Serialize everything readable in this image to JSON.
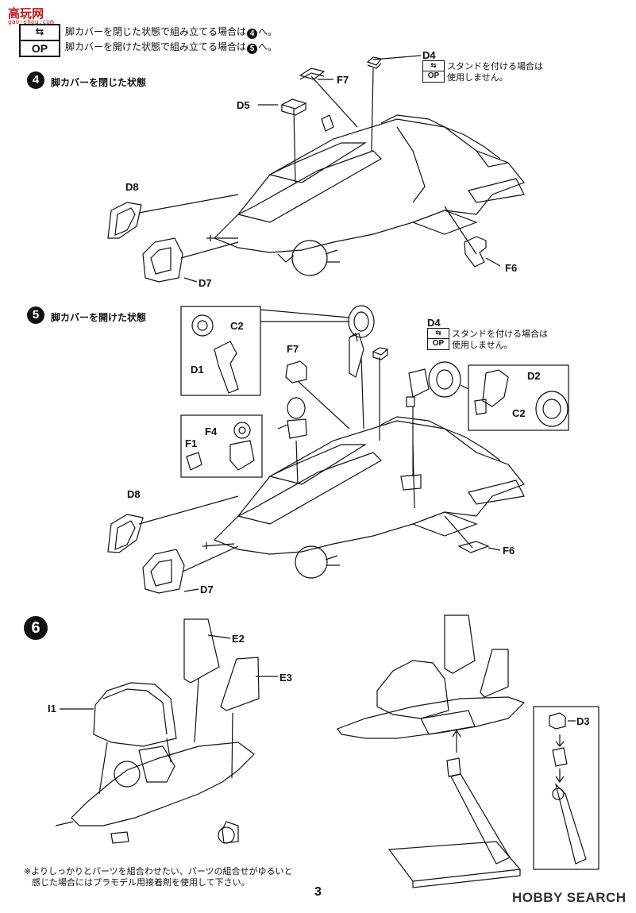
{
  "watermark": {
    "logo": "高玩网",
    "sub": "gao-shou.com",
    "hobby": "HOBBY SEARCH"
  },
  "header": {
    "op_top": "⇆",
    "op_bottom": "OP",
    "line1_pre": "脚カバーを閉じた状態で組み立てる場合は",
    "line1_num": "4",
    "line1_post": "へ。",
    "line2_pre": "脚カバーを開けた状態で組み立てる場合は",
    "line2_num": "5",
    "line2_post": "へ。"
  },
  "step4": {
    "num": "4",
    "title": "脚カバーを閉じた状態",
    "labels": {
      "D4": "D4",
      "F7": "F7",
      "D5": "D5",
      "D8": "D8",
      "D7": "D7",
      "F6": "F6"
    },
    "stand_note_1": "スタンドを付ける場合は",
    "stand_note_2": "使用しません。"
  },
  "step5": {
    "num": "5",
    "title": "脚カバーを開けた状態",
    "labels": {
      "C2": "C2",
      "D1": "D1",
      "F7": "F7",
      "D4": "D4",
      "D2": "D2",
      "C2b": "C2",
      "F4": "F4",
      "F1": "F1",
      "D8": "D8",
      "F6": "F6",
      "D7": "D7"
    },
    "stand_note_1": "スタンドを付ける場合は",
    "stand_note_2": "使用しません。"
  },
  "step6": {
    "num": "6",
    "labels": {
      "E2": "E2",
      "E3": "E3",
      "I1": "I1",
      "D3": "D3"
    }
  },
  "footer": {
    "note_1": "※よりしっかりとパーツを組合わせたい、パーツの組合せがゆるいと",
    "note_2": "感じた場合にはプラモデル用接着剤を使用して下さい。",
    "page": "3"
  }
}
